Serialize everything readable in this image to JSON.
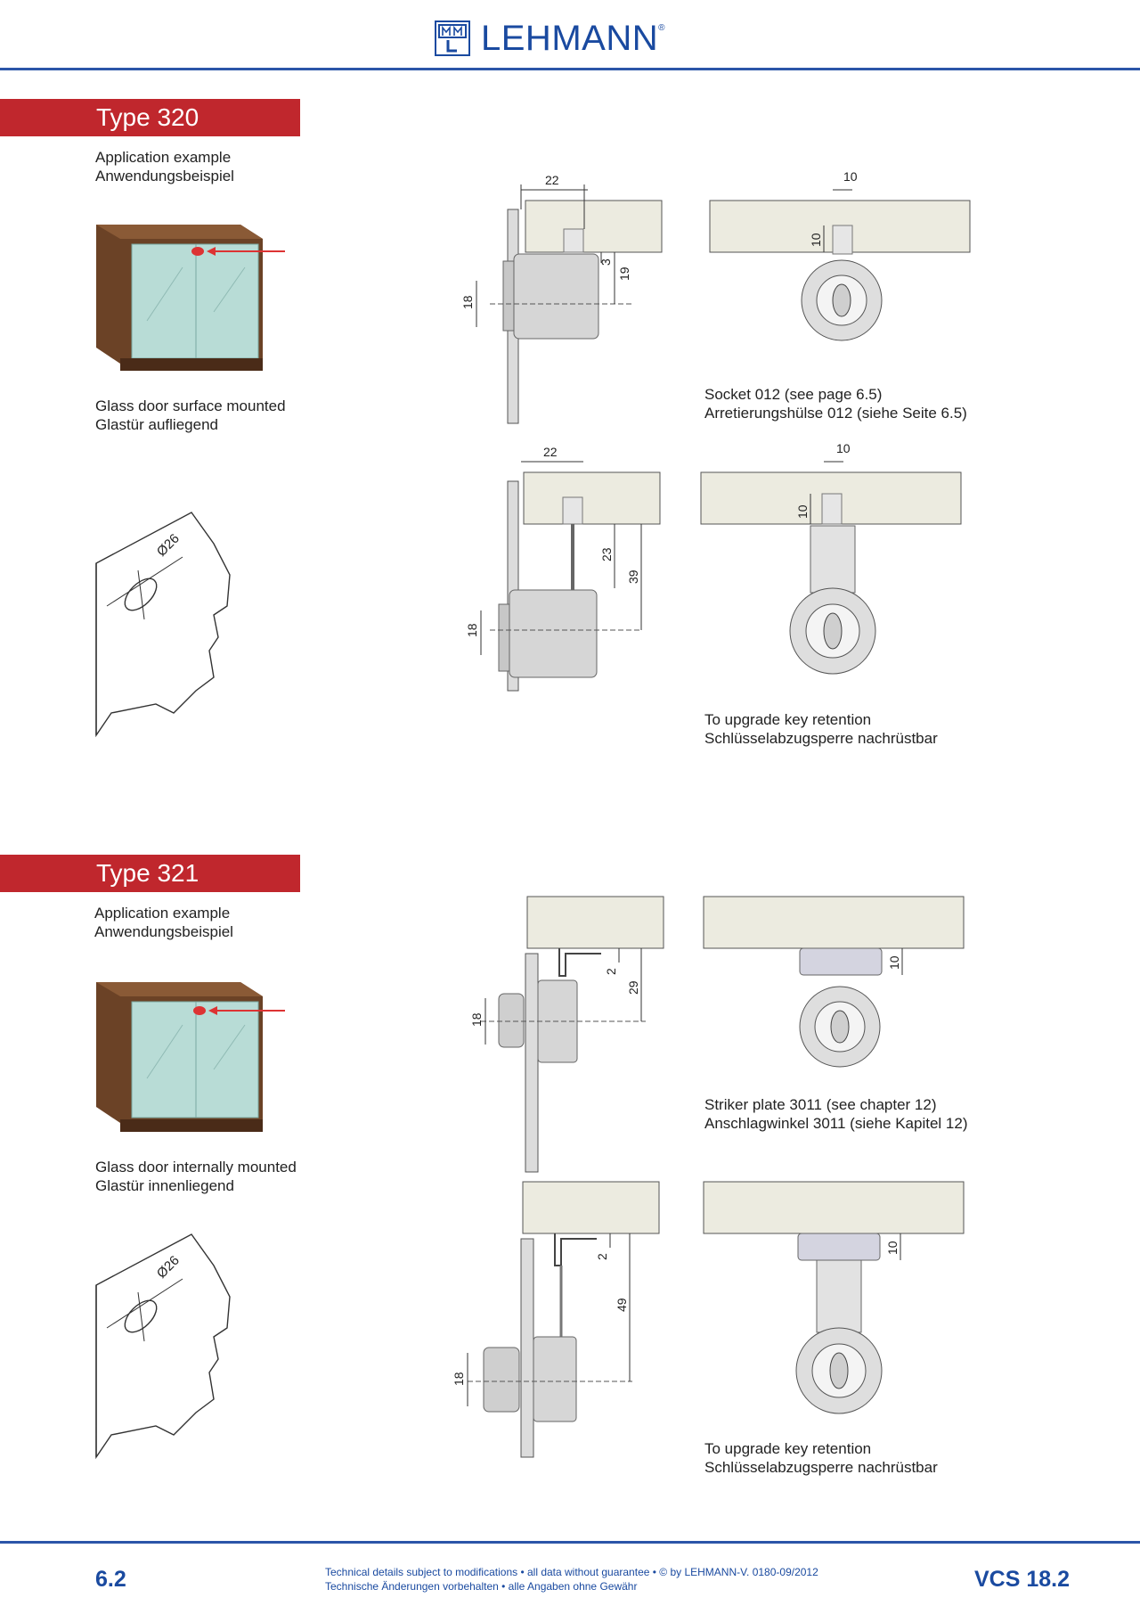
{
  "header": {
    "brand": "LEHMANN",
    "reg_mark": "®"
  },
  "type320": {
    "title": "Type 320",
    "application": [
      "Application example",
      "Anwendungsbeispiel"
    ],
    "mount": [
      "Glass door surface mounted",
      "Glastür aufliegend"
    ],
    "hole_dia": "Ø26",
    "dims_a": {
      "width": "22",
      "d3": "3",
      "d19": "19",
      "d18": "18",
      "top10": "10",
      "side10": "10"
    },
    "note_a": [
      "Socket 012 (see page 6.5)",
      "Arretierungshülse 012 (siehe Seite 6.5)"
    ],
    "dims_b": {
      "width": "22",
      "d23": "23",
      "d39": "39",
      "d18": "18",
      "top10": "10",
      "side10": "10"
    },
    "note_b": [
      "To upgrade key retention",
      "Schlüsselabzugsperre nachrüstbar"
    ]
  },
  "type321": {
    "title": "Type 321",
    "application": [
      "Application example",
      "Anwendungsbeispiel"
    ],
    "mount": [
      "Glass door internally mounted",
      "Glastür innenliegend"
    ],
    "hole_dia": "Ø26",
    "dims_a": {
      "d2": "2",
      "d29": "29",
      "d18": "18",
      "side10": "10"
    },
    "note_a": [
      "Striker plate 3011 (see chapter 12)",
      "Anschlagwinkel 3011 (siehe Kapitel 12)"
    ],
    "dims_b": {
      "d2": "2",
      "d49": "49",
      "d18": "18",
      "side10": "10"
    },
    "note_b": [
      "To upgrade key retention",
      "Schlüsselabzugsperre nachrüstbar"
    ]
  },
  "footer": {
    "page": "6.2",
    "note": [
      "Technical details subject to modifications • all data without guarantee • © by LEHMANN-V. 0180-09/2012",
      "Technische Änderungen vorbehalten • alle Angaben ohne Gewähr"
    ],
    "code": "VCS 18.2"
  },
  "colors": {
    "brand_blue": "#1a4aa0",
    "banner_red": "#c0272d",
    "panel_beige": "#ecebe0"
  }
}
